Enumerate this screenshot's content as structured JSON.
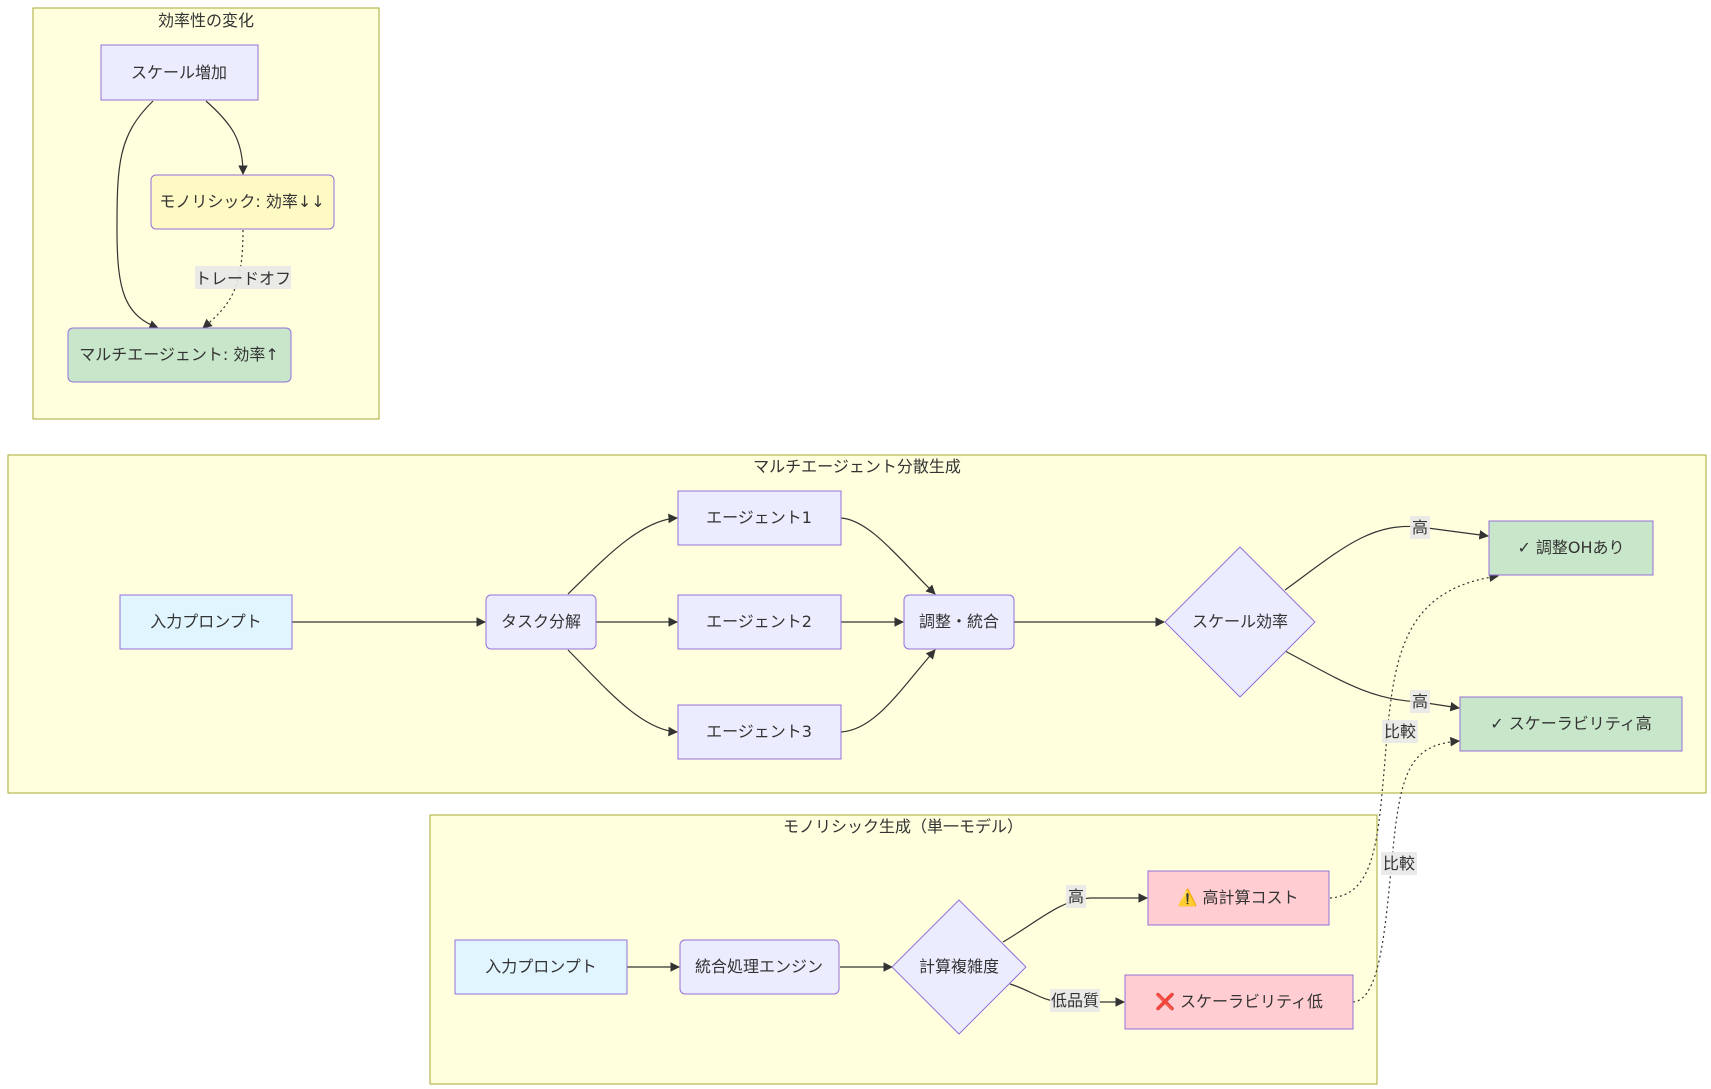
{
  "clusters": {
    "efficiency": {
      "title": "効率性の変化"
    },
    "multi": {
      "title": "マルチエージェント分散生成"
    },
    "mono": {
      "title": "モノリシック生成（単一モデル）"
    }
  },
  "nodes": {
    "scale_up": "スケール増加",
    "mono_eff": "モノリシック: 効率↓↓",
    "multi_eff": "マルチエージェント: 効率↑",
    "m_input": "入力プロンプト",
    "task_split": "タスク分解",
    "agent1": "エージェント1",
    "agent2": "エージェント2",
    "agent3": "エージェント3",
    "integrate": "調整・統合",
    "scale_eff": "スケール効率",
    "coord_oh": "✓ 調整OHあり",
    "scal_high": "✓ スケーラビリティ高",
    "s_input": "入力プロンプト",
    "engine": "統合処理エンジン",
    "complexity": "計算複雑度",
    "cost_high": "⚠️ 高計算コスト",
    "scal_low": "❌ スケーラビリティ低"
  },
  "edge_labels": {
    "tradeoff": "トレードオフ",
    "high1": "高",
    "high2": "高",
    "high3": "高",
    "low_quality": "低品質",
    "compare1": "比較",
    "compare2": "比較"
  },
  "colors": {
    "cluster_fill": "#ffffde",
    "cluster_stroke": "#aaaa33",
    "default_node": "#ececff",
    "input_node": "#e1f5fe",
    "good_node": "#c8e6c9",
    "bad_node": "#ffcdd2",
    "warn_node": "#fff9c4",
    "node_stroke": "#9370db"
  }
}
